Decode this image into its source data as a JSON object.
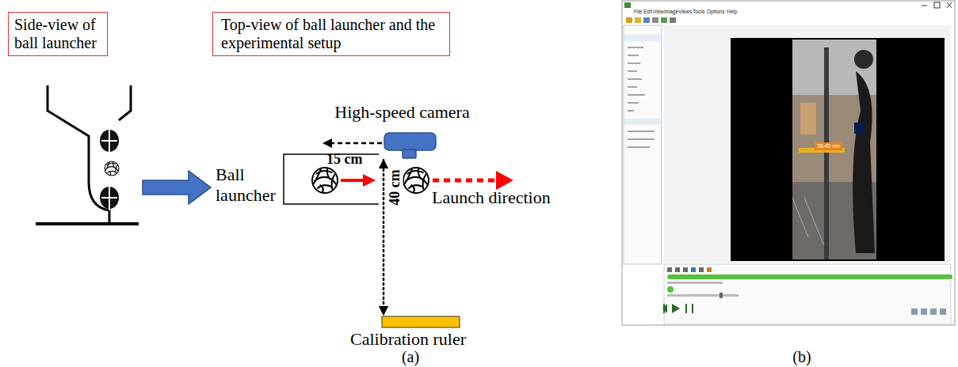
{
  "diagram": {
    "nodes": [
      {
        "text": [
          "Side-view of ball launcher"
        ]
      },
      {
        "text": [
          "Top-view of ball launcher and the experimental setup"
        ]
      },
      {
        "text": [
          "High-speed camera"
        ]
      },
      {
        "text": [
          "Ball launcher"
        ]
      },
      {
        "text": [
          "Calibration ruler"
        ]
      }
    ],
    "edges": [
      {
        "from": 2,
        "to": 4,
        "arrow": "both",
        "label": "40 cm"
      }
    ],
    "labels": [
      "15 cm",
      "Launch direction",
      "(a)",
      "(b)",
      "File",
      "Edit",
      "View",
      "Image",
      "Views",
      "Tools",
      "Options",
      "Help",
      "38.40 cm"
    ]
  }
}
